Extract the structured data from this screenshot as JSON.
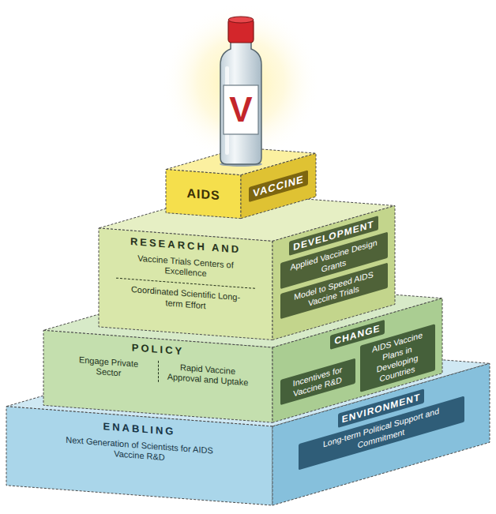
{
  "diagram": {
    "nodes": [
      {
        "text": [
          "AIDS",
          "VACCINE"
        ]
      },
      {
        "text": [
          "RESEARCH AND",
          "DEVELOPMENT",
          "Vaccine Trials Centers of Excellence",
          "Coordinated Scientific Long-term Effort",
          "Applied Vaccine Design Grants",
          "Model to Speed AIDS Vaccine Trials"
        ]
      },
      {
        "text": [
          "POLICY",
          "CHANGE",
          "Engage Private Sector",
          "Rapid Vaccine Approval and Uptake",
          "Incentives for Vaccine R&D",
          "AIDS Vaccine Plans in Developing Countries"
        ]
      },
      {
        "text": [
          "ENABLING",
          "ENVIRONMENT",
          "Next Generation of Scientists for AIDS Vaccine R&D",
          "Long-term Political Support and Commitment"
        ]
      }
    ],
    "labels": [
      "V"
    ]
  }
}
